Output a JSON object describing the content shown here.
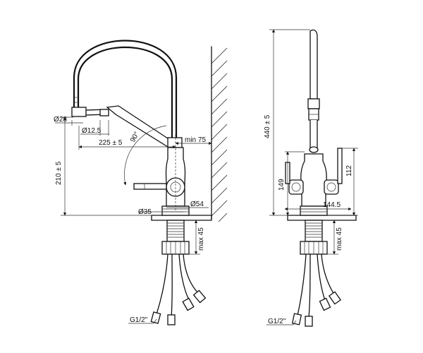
{
  "dimensions": {
    "d28": "Ø28",
    "d12_5": "Ø12.5",
    "reach": "225 ± 5",
    "min75": "min 75",
    "angle": "90°",
    "height_spout": "210 ± 5",
    "d35": "Ø35",
    "d54": "Ø54",
    "max45_left": "max 45",
    "thread_left": "G1/2\"",
    "height_total": "440 ± 5",
    "h149": "149",
    "h112": "112",
    "w144_5": "144.5",
    "max45_right": "max 45",
    "thread_right": "G1/2\""
  }
}
